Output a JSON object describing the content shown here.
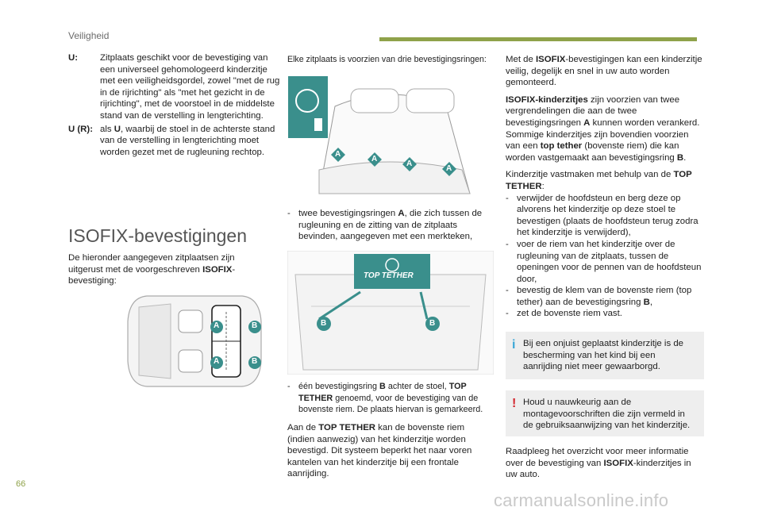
{
  "header": {
    "section": "Veiligheid"
  },
  "left": {
    "defs": [
      {
        "key": "U:",
        "text": "Zitplaats geschikt voor de bevestiging van een universeel gehomologeerd kinderzitje met een veiligheidsgordel, zowel \"met de rug in de rijrichting\" als \"met het gezicht in de rijrichting\", met de voorstoel in de middelste stand van de verstelling in lengterichting."
      },
      {
        "key": "U (R):",
        "text_pre": "als ",
        "bold": "U",
        "text_post": ", waarbij de stoel in de achterste stand van de verstelling in lengterichting moet worden gezet met de rugleuning rechtop."
      }
    ],
    "heading": "ISOFIX-bevestigingen",
    "intro_pre": "De hieronder aangegeven zitplaatsen zijn uitgerust met de voorgeschreven ",
    "intro_bold": "ISOFIX",
    "intro_post": "-bevestiging:",
    "diagram_labels": {
      "a": "A",
      "b": "B"
    }
  },
  "middle": {
    "intro": "Elke zitplaats is voorzien van drie bevestigingsringen:",
    "fig1_labels": [
      "A",
      "A",
      "A",
      "A"
    ],
    "bullet1_pre": "twee bevestigingsringen ",
    "bullet1_bold": "A",
    "bullet1_post": ", die zich tussen de rugleuning en de zitting van de zitplaats bevinden, aangegeven met een merkteken,",
    "fig2_sign": "TOP TETHER",
    "fig2_labels": [
      "B",
      "B"
    ],
    "bullet2_pre": "één bevestigingsring ",
    "bullet2_bold1": "B",
    "bullet2_mid": " achter de stoel, ",
    "bullet2_bold2": "TOP TETHER",
    "bullet2_post": " genoemd, voor de bevestiging van de bovenste riem. De plaats hiervan is gemarkeerd.",
    "para_pre": "Aan de ",
    "para_bold": "TOP TETHER",
    "para_post": " kan de bovenste riem (indien aanwezig) van het kinderzitje worden bevestigd. Dit systeem beperkt het naar voren kantelen van het kinderzitje bij een frontale aanrijding."
  },
  "right": {
    "p1_pre": "Met de ",
    "p1_bold": "ISOFIX",
    "p1_post": "-bevestigingen kan een kinderzitje veilig, degelijk en snel in uw auto worden gemonteerd.",
    "p2_bold1": "ISOFIX-kinderzitjes",
    "p2_a": " zijn voorzien van twee vergrendelingen die aan de twee bevestigingsringen ",
    "p2_bold2": "A",
    "p2_b": " kunnen worden verankerd. Sommige kinderzitjes zijn bovendien voorzien van een ",
    "p2_bold3": "top tether",
    "p2_c": " (bovenste riem) die kan worden vastgemaakt aan bevestigingsring ",
    "p2_bold4": "B",
    "p2_d": ".",
    "p3_pre": "Kinderzitje vastmaken met behulp van de ",
    "p3_bold": "TOP TETHER",
    "p3_post": ":",
    "steps": [
      "verwijder de hoofdsteun en berg deze op alvorens het kinderzitje op deze stoel te bevestigen (plaats de hoofdsteun terug zodra het kinderzitje is verwijderd),",
      "voer de riem van het kinderzitje over de rugleuning van de zitplaats, tussen de openingen voor de pennen van de hoofdsteun door,",
      "bevestig de klem van de bovenste riem (top tether) aan de bevestigingsring ",
      "zet de bovenste riem vast."
    ],
    "step3_bold": "B",
    "step3_post": ",",
    "info_text": "Bij een onjuist geplaatst kinderzitje is de bescherming van het kind bij een aanrijding niet meer gewaarborgd.",
    "warning_text": "Houd u nauwkeurig aan de montagevoorschriften die zijn vermeld in de gebruiksaanwijzing van het kinderzitje.",
    "p4_pre": "Raadpleeg het overzicht voor meer informatie over de bevestiging van ",
    "p4_bold": "ISOFIX",
    "p4_post": "-kinderzitjes in uw auto."
  },
  "footer": {
    "page_number": "66",
    "watermark": "carmanualsonline.info"
  },
  "colors": {
    "accent": "#8fa24a",
    "marker_teal": "#3a8f8c",
    "marker_blue": "#3ba7d6",
    "warning_red": "#d3262e"
  }
}
